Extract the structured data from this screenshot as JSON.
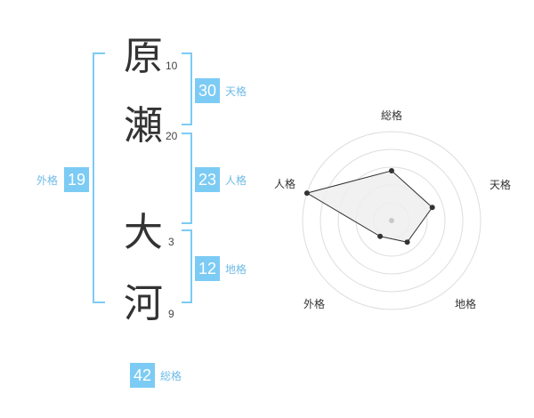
{
  "name": {
    "chars": [
      {
        "char": "原",
        "strokes": "10"
      },
      {
        "char": "瀬",
        "strokes": "20"
      },
      {
        "char": "大",
        "strokes": "3"
      },
      {
        "char": "河",
        "strokes": "9"
      }
    ]
  },
  "fortunes": {
    "tenkaku": {
      "value": "30",
      "label": "天格"
    },
    "jinkaku": {
      "value": "23",
      "label": "人格"
    },
    "chikaku": {
      "value": "12",
      "label": "地格"
    },
    "gaikaku": {
      "value": "19",
      "label": "外格"
    },
    "soukaku": {
      "value": "42",
      "label": "総格"
    }
  },
  "colors": {
    "accent": "#7ccbf4",
    "label": "#6fbbe6",
    "radar_fill": "#eeeeee",
    "radar_line": "#333333",
    "ring": "#dddddd"
  },
  "chart_data": {
    "type": "radar",
    "axes": [
      "総格",
      "天格",
      "地格",
      "外格",
      "人格"
    ],
    "values": [
      2.8,
      2.4,
      1.5,
      1.1,
      5.0
    ],
    "max": 5
  }
}
